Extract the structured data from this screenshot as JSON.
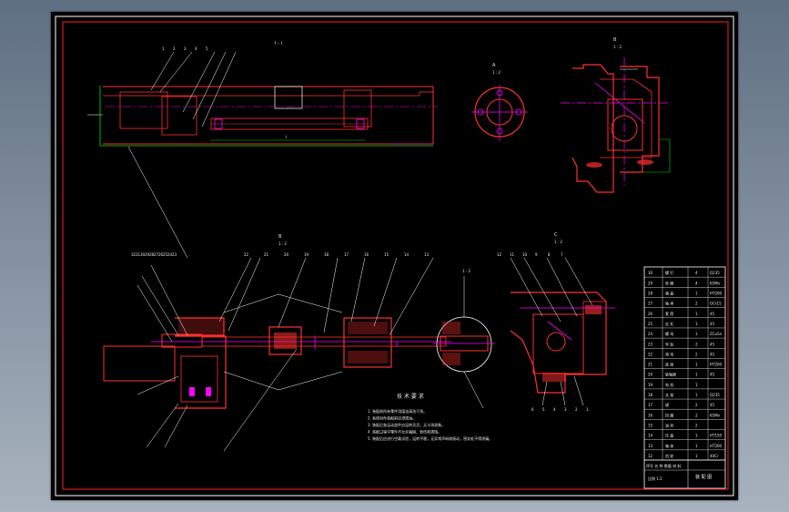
{
  "colors": {
    "canvas": "#000000",
    "frame": "#ffffff",
    "border": "#ff2020",
    "part": "#ff3030",
    "section": "#ff00ff",
    "dimension": "#00e000",
    "leader": "#ffffff",
    "centerline": "#ff00ff"
  },
  "views": {
    "top_label": "I - I",
    "circle_label": "A",
    "circle_scale": "1 : 2",
    "right_label": "B",
    "right_scale": "1 : 2",
    "mid_label": "B",
    "mid_scale": "1 : 2",
    "side_label": "C",
    "side_scale": "1 : 2",
    "detail_label": "1 : 2",
    "dim_tag": "I"
  },
  "notes": {
    "heading": "技 术 要 求",
    "lines": [
      "1. 装配前所有零件用煤油清洗干净。",
      "2. 各密封件装配前应浸透油。",
      "3. 装配后各运动部件应运转灵活，无卡滞现象。",
      "4. 装配过程中零件不允许磕碰、划伤和锈蚀。",
      "5. 装配后应进行空载试验，运转平稳，无异常声响和振动，密封处不得渗漏。"
    ]
  },
  "bom": {
    "rows": [
      {
        "no": "30",
        "name": "螺 钉",
        "qty": "4",
        "mat": "Q235"
      },
      {
        "no": "29",
        "name": "垫 圈",
        "qty": "4",
        "mat": "65Mn"
      },
      {
        "no": "28",
        "name": "端 盖",
        "qty": "1",
        "mat": "HT200"
      },
      {
        "no": "27",
        "name": "轴 承",
        "qty": "2",
        "mat": "GCr15"
      },
      {
        "no": "26",
        "name": "套 筒",
        "qty": "1",
        "mat": "45"
      },
      {
        "no": "25",
        "name": "丝 杠",
        "qty": "1",
        "mat": "45"
      },
      {
        "no": "24",
        "name": "螺 母",
        "qty": "1",
        "mat": "ZCuSn"
      },
      {
        "no": "23",
        "name": "导 轨",
        "qty": "2",
        "mat": "45"
      },
      {
        "no": "22",
        "name": "滑 块",
        "qty": "2",
        "mat": "45"
      },
      {
        "no": "21",
        "name": "底 座",
        "qty": "1",
        "mat": "HT200"
      },
      {
        "no": "20",
        "name": "联轴器",
        "qty": "1",
        "mat": "45"
      },
      {
        "no": "19",
        "name": "电 机",
        "qty": "1",
        "mat": ""
      },
      {
        "no": "18",
        "name": "支 架",
        "qty": "1",
        "mat": "Q235"
      },
      {
        "no": "17",
        "name": "键",
        "qty": "2",
        "mat": "45"
      },
      {
        "no": "16",
        "name": "挡 圈",
        "qty": "2",
        "mat": "65Mn"
      },
      {
        "no": "15",
        "name": "油 封",
        "qty": "2",
        "mat": ""
      },
      {
        "no": "14",
        "name": "压 盖",
        "qty": "1",
        "mat": "HT150"
      },
      {
        "no": "13",
        "name": "箱 体",
        "qty": "1",
        "mat": "HT200"
      },
      {
        "no": "12",
        "name": "齿 轮",
        "qty": "1",
        "mat": "40Cr"
      }
    ],
    "title_block": {
      "row1": "序号   名 称   数量   材 料",
      "row2": "装 配 图",
      "row3": "比例 1:2"
    }
  },
  "balloons": {
    "top": [
      "1",
      "2",
      "3",
      "4",
      "5"
    ],
    "mid_left": [
      "32",
      "31",
      "30",
      "29",
      "28",
      "27",
      "26",
      "25",
      "24",
      "23"
    ],
    "mid_center": [
      "22",
      "21",
      "20",
      "19",
      "18",
      "17",
      "16",
      "15",
      "14",
      "13"
    ],
    "right": [
      "12",
      "11",
      "10",
      "9",
      "8",
      "7"
    ],
    "bottom": [
      "6",
      "5",
      "4",
      "3",
      "2",
      "1"
    ]
  }
}
